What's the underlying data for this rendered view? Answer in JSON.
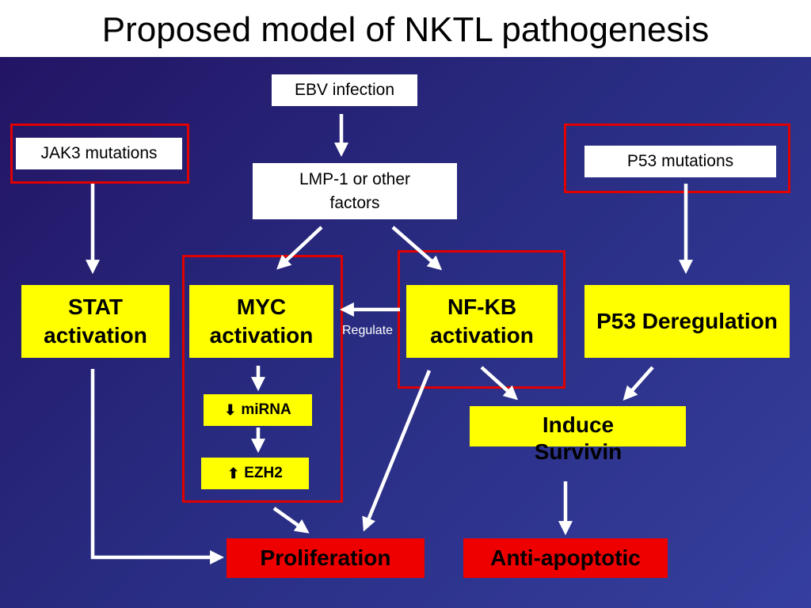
{
  "title": "Proposed model of NKTL pathogenesis",
  "nodes": {
    "ebv": "EBV infection",
    "jak3": "JAK3 mutations",
    "lmp1": "LMP-1 or other factors",
    "p53mut": "P53 mutations",
    "stat": "STAT activation",
    "myc": "MYC activation",
    "nfkb": "NF-KB activation",
    "p53dereg": "P53 Deregulation",
    "mirna": "miRNA",
    "ezh2": "EZH2",
    "survivin": "Induce Survivin",
    "proliferation": "Proliferation",
    "antiapoptotic": "Anti-apoptotic"
  },
  "edge_label": "Regulate",
  "icons": {
    "down": "arrow-down-icon",
    "up": "arrow-up-icon"
  },
  "colors": {
    "frame": "#e00000",
    "highlight": "#ffff00",
    "outcome": "#ee0000",
    "arrow": "#ffffff"
  }
}
